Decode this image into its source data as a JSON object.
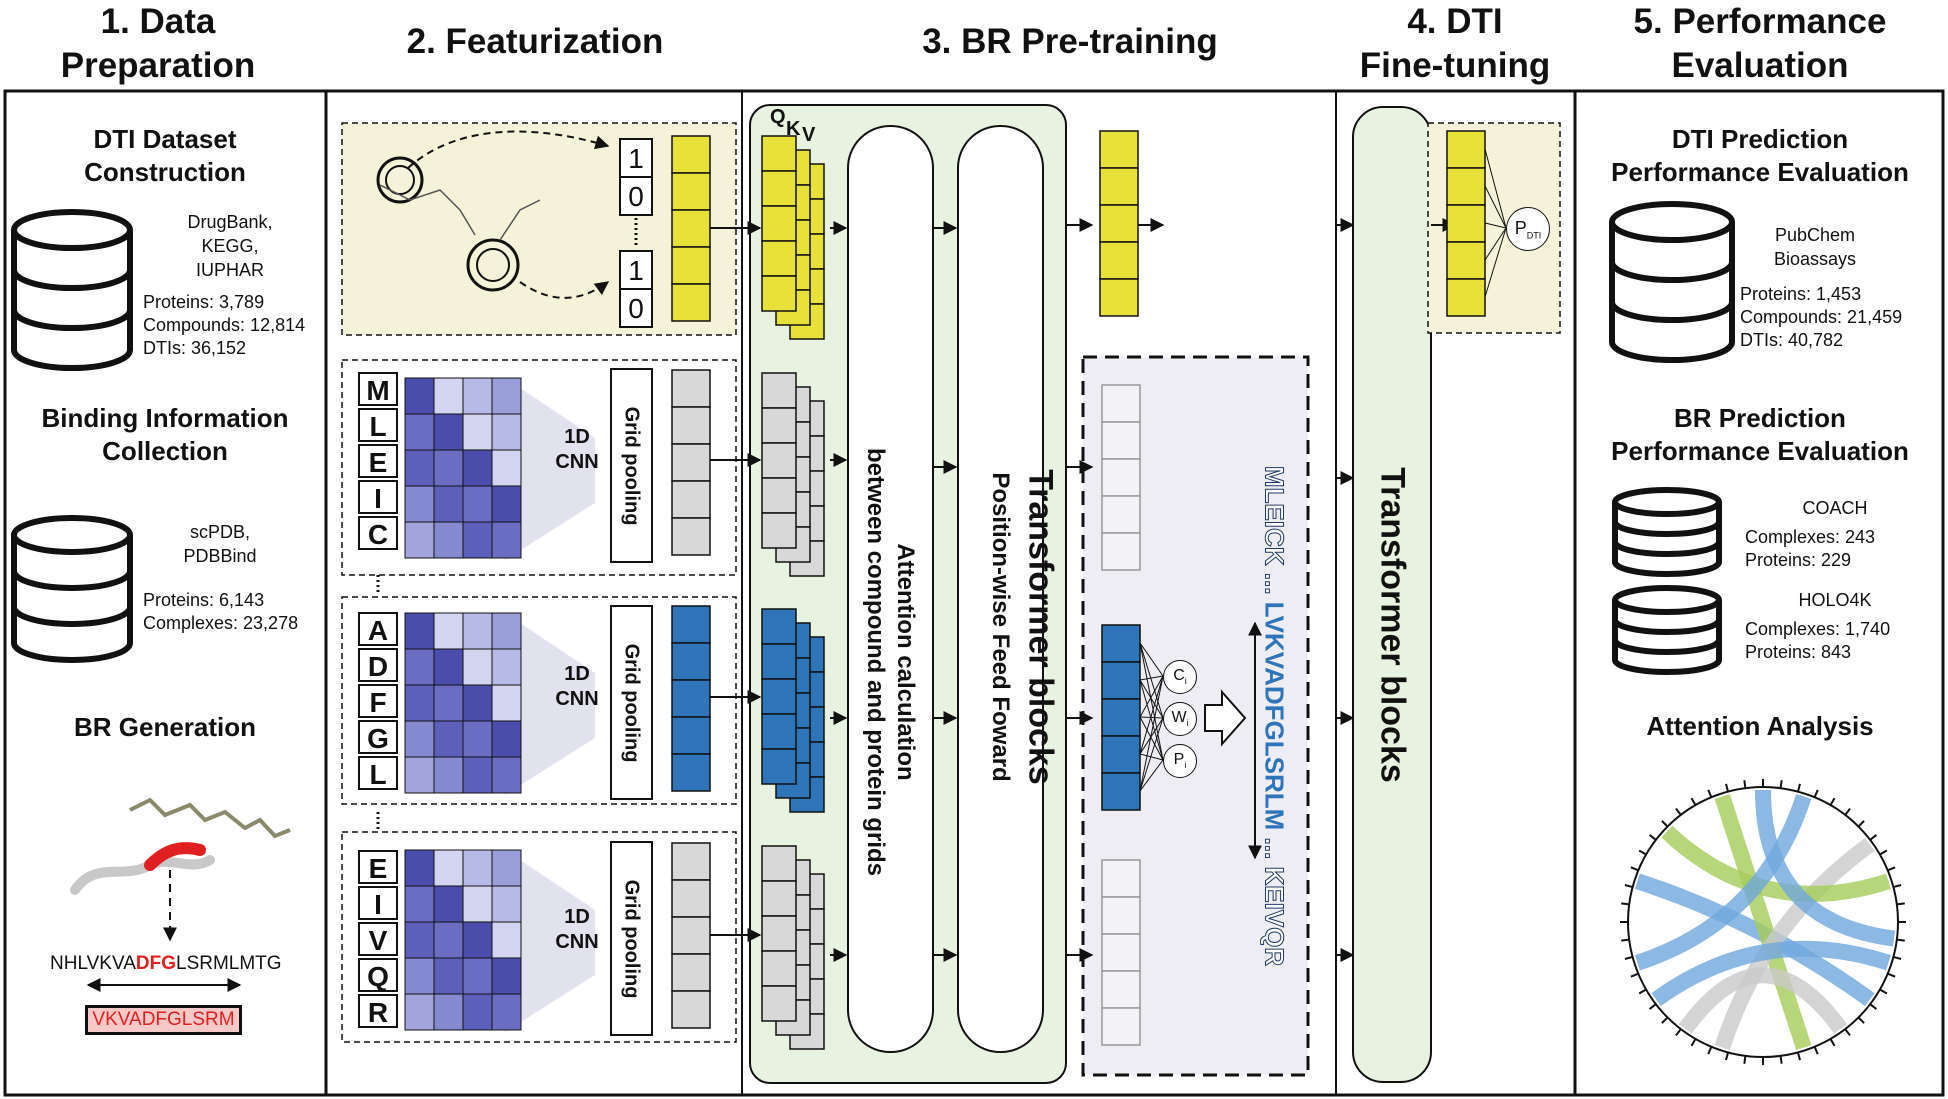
{
  "sections": {
    "s1": "1. Data\nPreparation",
    "s2": "2. Featurization",
    "s3": "3. BR Pre-training",
    "s4": "4. DTI\nFine-tuning",
    "s5": "5. Performance\nEvaluation"
  },
  "prep": {
    "dti_heading": "DTI Dataset\nConstruction",
    "dti_sources": "DrugBank,\nKEGG,\nIUPHAR",
    "dti_proteins": "Proteins: 3,789",
    "dti_compounds": "Compounds: 12,814",
    "dti_dtis": "DTIs: 36,152",
    "bind_heading": "Binding Information\nCollection",
    "bind_sources": "scPDB,\nPDBBind",
    "bind_proteins": "Proteins: 6,143",
    "bind_complexes": "Complexes: 23,278",
    "br_heading": "BR Generation",
    "seq_left": "NHLVKVA",
    "seq_mid": "DFG",
    "seq_right": "LSRMLMTG",
    "br_box": "VKVADFGLSRM"
  },
  "feat": {
    "onehot": [
      "1",
      "0",
      "1",
      "0"
    ],
    "group1_letters": [
      "M",
      "L",
      "E",
      "I",
      "C"
    ],
    "group2_letters": [
      "A",
      "D",
      "F",
      "G",
      "L"
    ],
    "group3_letters": [
      "E",
      "I",
      "V",
      "Q",
      "R"
    ],
    "cnn_label": "1D\nCNN",
    "grid_pooling": "Grid pooling"
  },
  "pretrain": {
    "q": "Q",
    "k": "K",
    "v": "V",
    "attention": "Attention calculation\nbetween compound and protein grids",
    "ffn": "Position-wise Feed Foward",
    "transformer": "Transformer blocks",
    "c_node": "C",
    "w_node": "W",
    "p_node": "P",
    "node_sub": "i",
    "seq_top": "MLEICK ... ",
    "seq_mid": "LVKVADFGLSRLM",
    "seq_bottom": " ... KEIVQR"
  },
  "finetune": {
    "transformer": "Transformer blocks",
    "p_label": "P",
    "p_sub": "DTI"
  },
  "evaluation": {
    "dti_heading": "DTI Prediction\nPerformance Evaluation",
    "pubchem": "PubChem\nBioassays",
    "pc_proteins": "Proteins: 1,453",
    "pc_compounds": "Compounds: 21,459",
    "pc_dtis": "DTIs: 40,782",
    "br_heading": "BR Prediction\nPerformance Evaluation",
    "coach": "COACH",
    "coach_complexes": "Complexes: 243",
    "coach_proteins": "Proteins: 229",
    "holo": "HOLO4K",
    "holo_complexes": "Complexes: 1,740",
    "holo_proteins": "Proteins: 843",
    "attention_heading": "Attention Analysis"
  },
  "colors": {
    "yellow": "#e8e13a",
    "blue": "#2e74b8",
    "gray": "#d8d8d8",
    "green_panel": "#e8f2e0",
    "yellow_panel": "#f4f2d8",
    "purple_panel": "#eeedf4",
    "grid_dark": "#5356b6",
    "grid_light": "#c4c8ea",
    "red": "#e02020",
    "chord_blue": "#6fa8dc",
    "chord_green": "#a5cc59",
    "chord_gray": "#c9c9c9"
  }
}
